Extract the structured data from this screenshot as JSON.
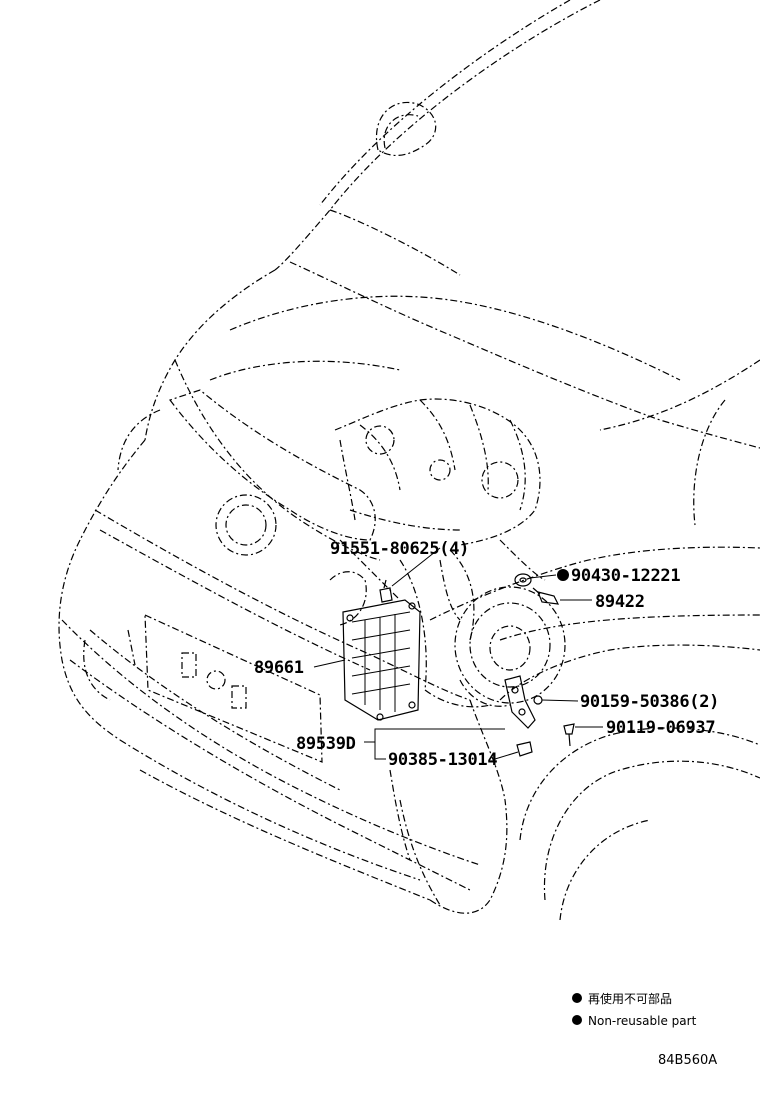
{
  "parts": {
    "p1": "91551-80625(4)",
    "p2": "90430-12221",
    "p3": "89422",
    "p4": "89661",
    "p5": "90159-50386(2)",
    "p6": "90119-06937",
    "p7": "89539D",
    "p8": "90385-13014"
  },
  "legend": {
    "line1": "再使用不可部品",
    "line2": "Non-reusable part"
  },
  "diagram_code": "84B560A"
}
